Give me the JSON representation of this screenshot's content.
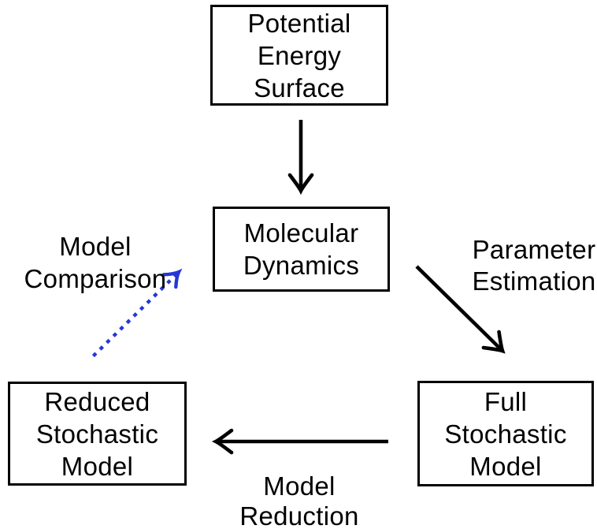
{
  "colors": {
    "background": "#ffffff",
    "line": "#000000",
    "comparison_arrow": "#2637d6"
  },
  "nodes": {
    "potential_energy_surface": {
      "lines": [
        "Potential",
        "Energy",
        "Surface"
      ]
    },
    "molecular_dynamics": {
      "lines": [
        "Molecular",
        "Dynamics"
      ]
    },
    "full_stochastic_model": {
      "lines": [
        "Full",
        "Stochastic",
        "Model"
      ]
    },
    "reduced_stochastic_model": {
      "lines": [
        "Reduced",
        "Stochastic",
        "Model"
      ]
    }
  },
  "edge_labels": {
    "parameter_estimation": {
      "lines": [
        "Parameter",
        "Estimation"
      ]
    },
    "model_reduction": {
      "lines": [
        "Model",
        "Reduction"
      ]
    },
    "model_comparison": {
      "lines": [
        "Model",
        "Comparison"
      ]
    }
  },
  "edges": [
    {
      "from": "Potential Energy Surface",
      "to": "Molecular Dynamics",
      "style": "solid",
      "color": "#000000",
      "label": ""
    },
    {
      "from": "Molecular Dynamics",
      "to": "Full Stochastic Model",
      "style": "solid",
      "color": "#000000",
      "label": "Parameter Estimation"
    },
    {
      "from": "Full Stochastic Model",
      "to": "Reduced Stochastic Model",
      "style": "solid",
      "color": "#000000",
      "label": "Model Reduction"
    },
    {
      "from": "Reduced Stochastic Model",
      "to": "Molecular Dynamics",
      "style": "dotted",
      "color": "#2637d6",
      "label": "Model Comparison"
    }
  ]
}
